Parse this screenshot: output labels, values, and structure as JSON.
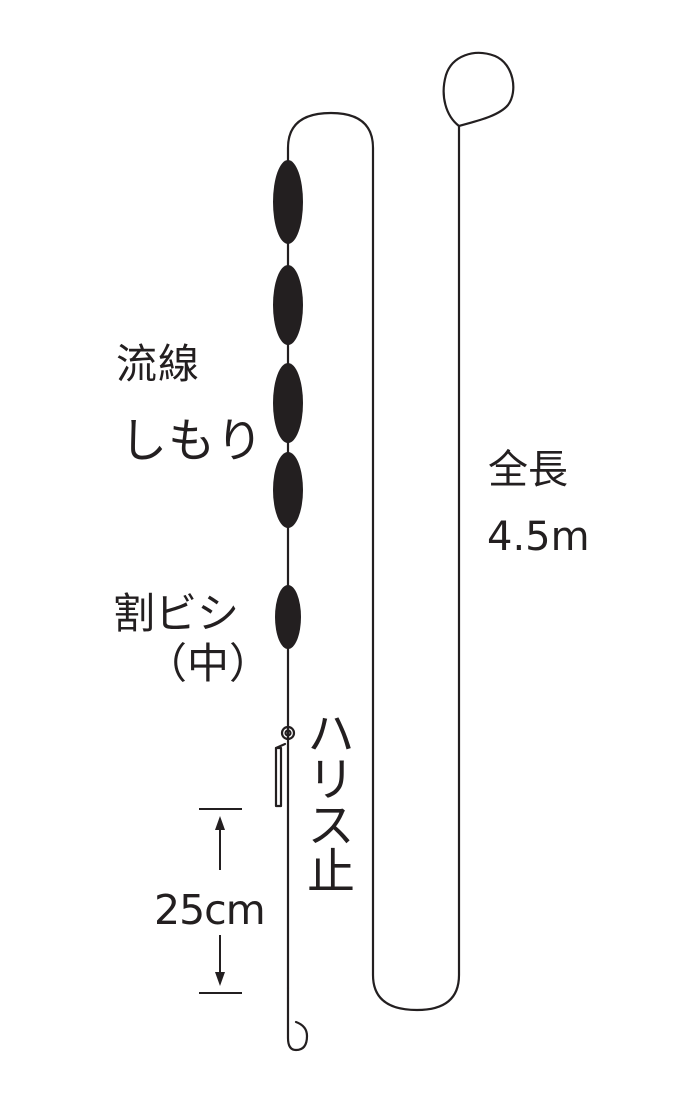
{
  "labels": {
    "sinker_name": "流線",
    "sinker_type": "しもり",
    "split_shot_name": "割ビシ",
    "split_shot_size": "（中）",
    "total_length_name": "全長",
    "total_length_value": "4.5m",
    "swivel_name": "ハリス止",
    "leader_length": "25cm"
  },
  "colors": {
    "line": "#231f20",
    "weight_fill": "#231f20"
  },
  "elements": {
    "streamline_sinker_count": 4,
    "split_shot_count": 1
  }
}
